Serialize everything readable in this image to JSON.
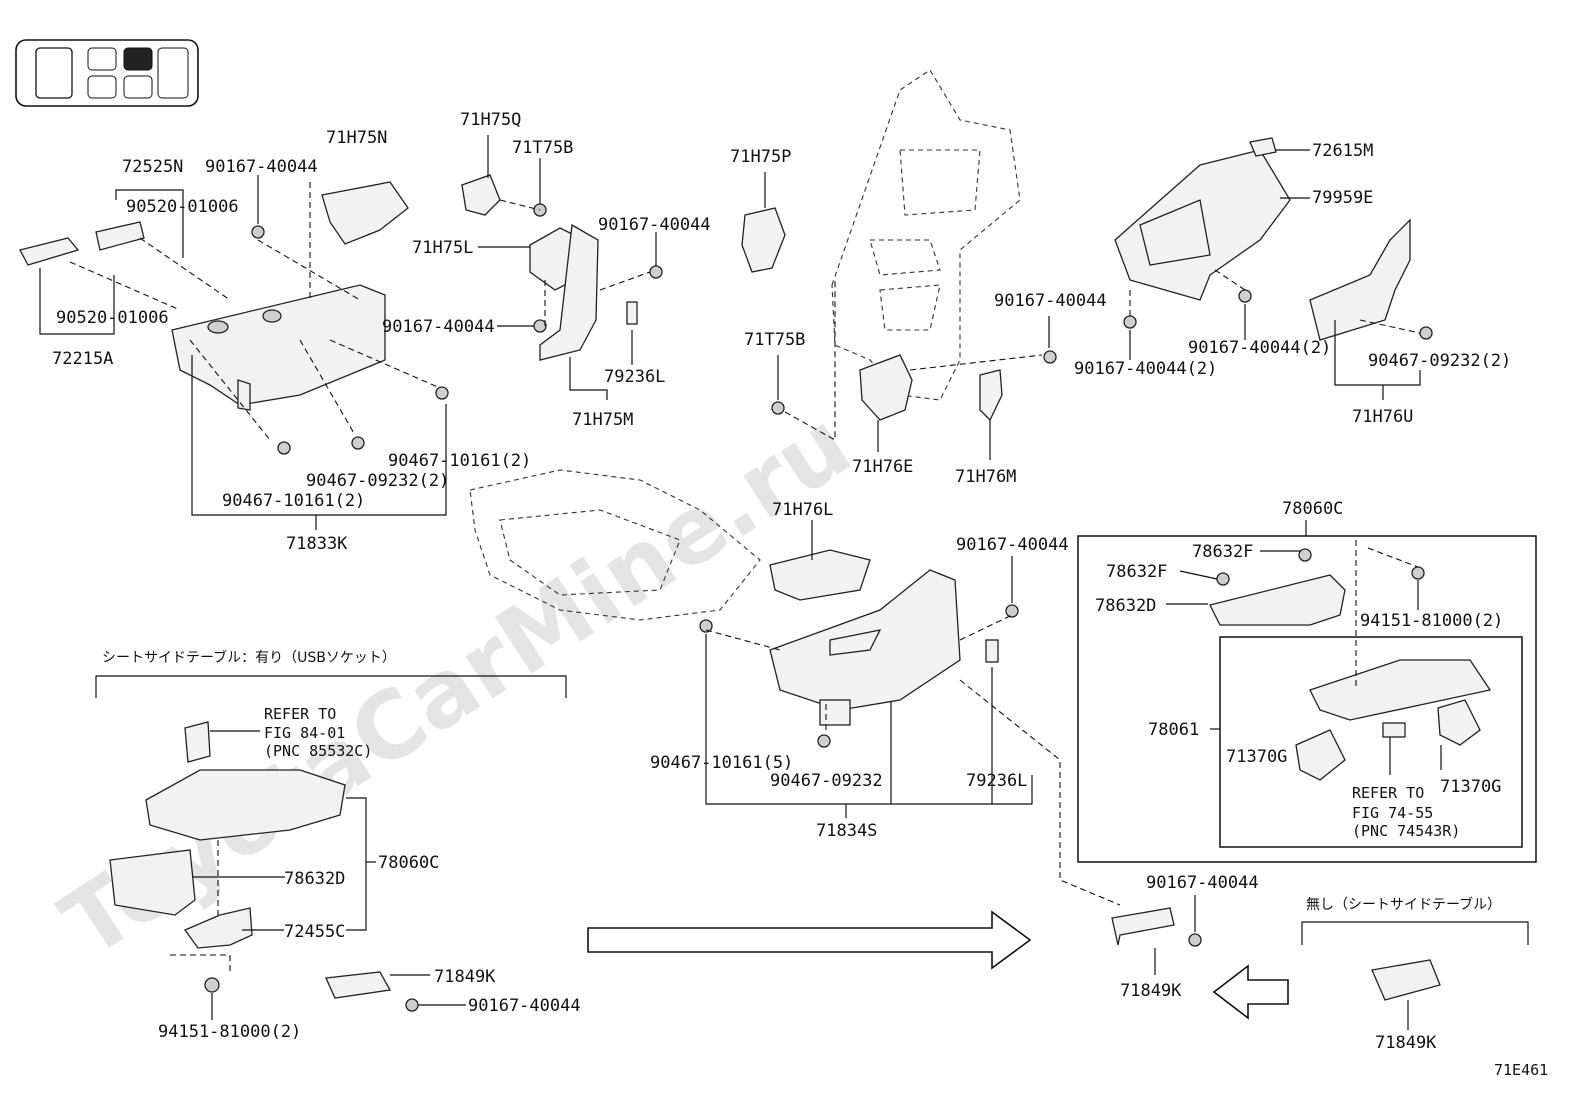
{
  "watermark": "ToyotaCarMine.ru",
  "diagram_id": "71E461",
  "notes": {
    "with_table": "シートサイドテーブル：有り（USBソケット）",
    "without_table": "無し（シートサイドテーブル）",
    "refer_usb": [
      "REFER TO",
      "FIG 84-01",
      "(PNC 85532C)"
    ],
    "refer_label": [
      "REFER TO",
      "FIG 74-55",
      "(PNC 74543R)"
    ]
  },
  "labels": {
    "l72525N": "72525N",
    "l90167_a": "90167-40044",
    "l71H75N": "71H75N",
    "l90520_a": "90520-01006",
    "l90520_b": "90520-01006",
    "l72215A": "72215A",
    "l90467_10161_a": "90467-10161(2)",
    "l90467_09232_a": "90467-09232(2)",
    "l90467_10161_b": "90467-10161(2)",
    "l71833K": "71833K",
    "l71H75Q": "71H75Q",
    "l71T75B_a": "71T75B",
    "l90167_b": "90167-40044",
    "l71H75L": "71H75L",
    "l90167_c": "90167-40044",
    "l79236L_a": "79236L",
    "l71H75M": "71H75M",
    "l71H75P": "71H75P",
    "l71T75B_b": "71T75B",
    "l71H76E": "71H76E",
    "l71H76M": "71H76M",
    "l90167_d": "90167-40044",
    "l72615M": "72615M",
    "l79959E": "79959E",
    "l90167_e": "90167-40044(2)",
    "l90167_f": "90167-40044(2)",
    "l90467_09232_b": "90467-09232(2)",
    "l71H76U": "71H76U",
    "l71H76L": "71H76L",
    "l90167_g": "90167-40044",
    "l90467_10161_c": "90467-10161(5)",
    "l90467_09232_c": "90467-09232",
    "l79236L_b": "79236L",
    "l71834S": "71834S",
    "l78060C_a": "78060C",
    "l78632F_a": "78632F",
    "l78632F_b": "78632F",
    "l78632D_a": "78632D",
    "l94151_a": "94151-81000(2)",
    "l78061": "78061",
    "l71370G_a": "71370G",
    "l71370G_b": "71370G",
    "l78632D_b": "78632D",
    "l78060C_b": "78060C",
    "l72455C": "72455C",
    "l94151_b": "94151-81000(2)",
    "l71849K_a": "71849K",
    "l90167_h": "90167-40044",
    "l90167_i": "90167-40044",
    "l71849K_b": "71849K",
    "l71849K_c": "71849K"
  }
}
